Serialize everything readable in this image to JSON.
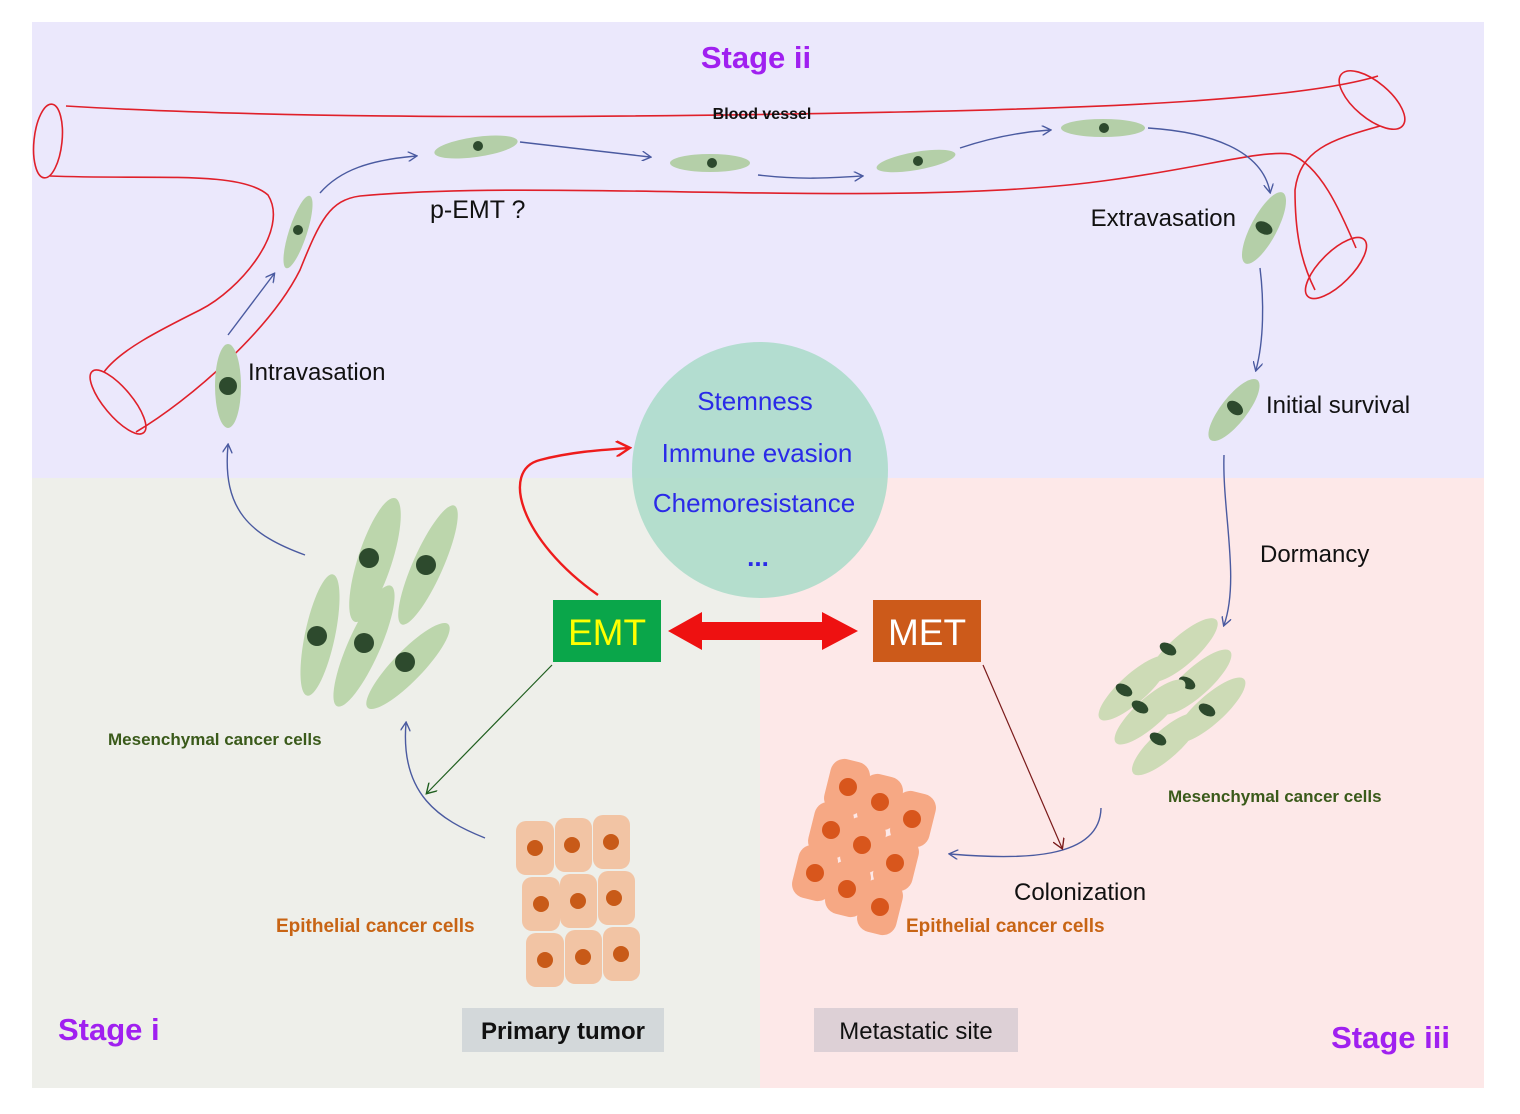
{
  "stages": {
    "stage_i": "Stage i",
    "stage_ii": "Stage ii",
    "stage_iii": "Stage iii"
  },
  "vessel": {
    "label": "Blood vessel",
    "pemt_label": "p-EMT ?",
    "intravasation": "Intravasation",
    "extravasation": "Extravasation",
    "initial_survival": "Initial survival"
  },
  "circle": {
    "items": [
      "Stemness",
      "Immune evasion",
      "Chemoresistance",
      "..."
    ]
  },
  "transition": {
    "emt": "EMT",
    "met": "MET"
  },
  "left": {
    "mesenchymal": "Mesenchymal cancer cells",
    "epithelial": "Epithelial cancer cells",
    "site": "Primary tumor"
  },
  "right": {
    "dormancy": "Dormancy",
    "mesenchymal": "Mesenchymal cancer cells",
    "colonization": "Colonization",
    "epithelial": "Epithelial cancer cells",
    "site": "Metastatic site"
  },
  "colors": {
    "stage_label": "#a020f0",
    "vessel_line": "#e0202a",
    "emt_box": "#0aa64a",
    "emt_text": "#ffff00",
    "met_box": "#cc5a1a",
    "circle_text": "#2a2ae8",
    "mesenchymal_label": "#3a5a1a",
    "epithelial_label": "#c86414"
  }
}
